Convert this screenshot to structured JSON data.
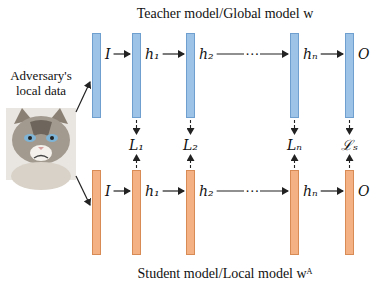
{
  "diagram": {
    "title": "Teacher model/Global model w",
    "caption": "Student model/Local model wᴬ",
    "nodes": [
      {
        "text": [
          "I"
        ]
      },
      {
        "text": [
          "h₁"
        ]
      },
      {
        "text": [
          "h₂"
        ]
      },
      {
        "text": [
          "hₙ"
        ]
      },
      {
        "text": [
          "O"
        ]
      },
      {
        "text": [
          "I"
        ]
      },
      {
        "text": [
          "h₁"
        ]
      },
      {
        "text": [
          "h₂"
        ]
      },
      {
        "text": [
          "hₙ"
        ]
      },
      {
        "text": [
          "O"
        ]
      }
    ],
    "edges": [
      {
        "from": 0,
        "to": 1,
        "arrow": "to"
      },
      {
        "from": 1,
        "to": 2,
        "arrow": "to"
      },
      {
        "from": 2,
        "to": 3,
        "arrow": "to",
        "label": "…"
      },
      {
        "from": 3,
        "to": 4,
        "arrow": "to"
      },
      {
        "from": 5,
        "to": 6,
        "arrow": "to"
      },
      {
        "from": 6,
        "to": 7,
        "arrow": "to"
      },
      {
        "from": 7,
        "to": 8,
        "arrow": "to",
        "label": "…"
      },
      {
        "from": 8,
        "to": 9,
        "arrow": "to"
      }
    ],
    "labels": [
      "Adversary's local data",
      "L₁",
      "L₂",
      "Lₙ",
      "ℒₛ"
    ]
  }
}
